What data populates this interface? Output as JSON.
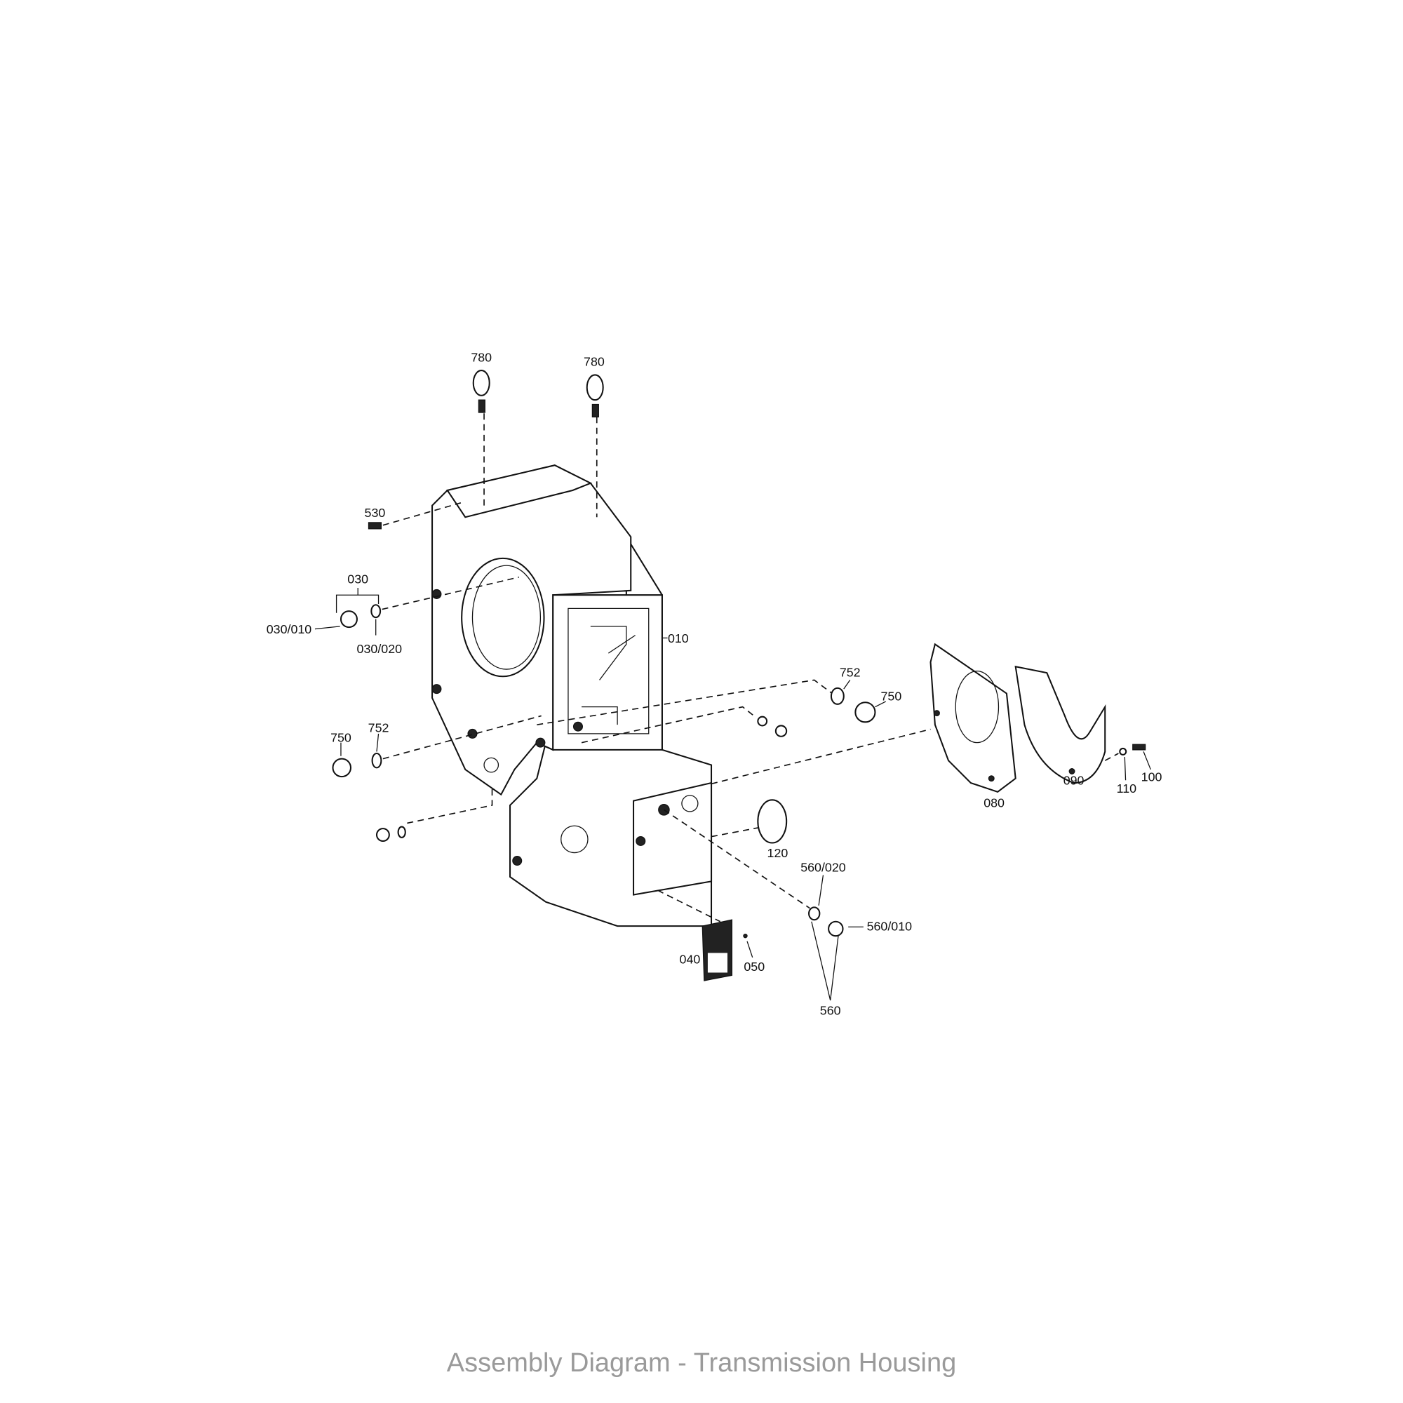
{
  "title": "Assembly Diagram - Transmission Housing",
  "parts": {
    "p780a": "780",
    "p780b": "780",
    "p530": "530",
    "p030": "030",
    "p030_010": "030/010",
    "p030_020": "030/020",
    "p010": "010",
    "p752a": "752",
    "p750a": "750",
    "p750b": "750",
    "p752b": "752",
    "p080": "080",
    "p090": "090",
    "p110": "110",
    "p100": "100",
    "p120": "120",
    "p560_020": "560/020",
    "p560_010": "560/010",
    "p040": "040",
    "p050": "050",
    "p560": "560"
  }
}
